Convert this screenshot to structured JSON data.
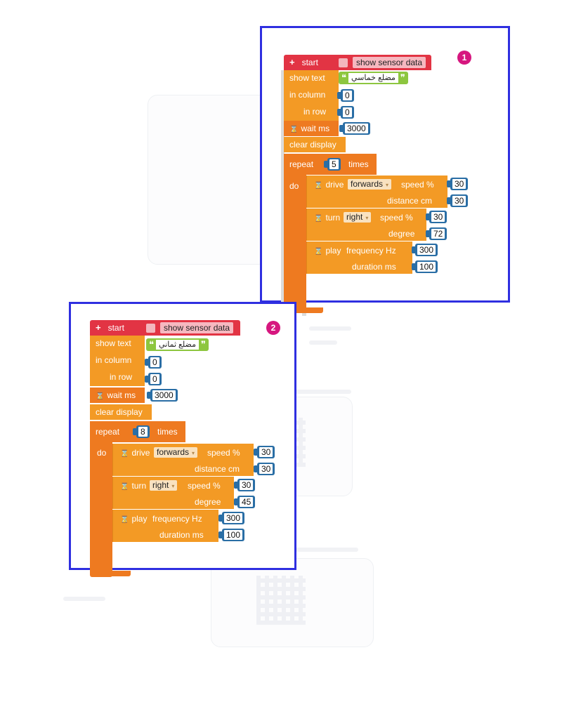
{
  "icons": {
    "plus": "+",
    "hourglass": "⌛",
    "quote_open": "❝",
    "quote_close": "❞",
    "caret": "▾"
  },
  "colors": {
    "frame": "#2f2fe0",
    "badge": "#d6177f",
    "start": "#e23444",
    "block": "#f39a25",
    "control": "#ee7a20",
    "number": "#2a6ea5",
    "text": "#8dc63f"
  },
  "examples": [
    {
      "badge": "1",
      "start_label": "start",
      "sensor_label": "show sensor data",
      "show_text_label": "show text",
      "text_value": "مضلع خماسي",
      "column_label": "in column",
      "column_value": "0",
      "row_label": "in row",
      "row_value": "0",
      "wait_label": "wait ms",
      "wait_value": "3000",
      "clear_label": "clear display",
      "repeat_label": "repeat",
      "repeat_value": "5",
      "times_label": "times",
      "do_label": "do",
      "drive_label": "drive",
      "drive_direction": "forwards",
      "speed_label": "speed %",
      "drive_speed": "30",
      "distance_label": "distance cm",
      "drive_distance": "30",
      "turn_label": "turn",
      "turn_direction": "right",
      "turn_speed": "30",
      "degree_label": "degree",
      "turn_degree": "72",
      "play_label": "play",
      "frequency_label": "frequency Hz",
      "frequency_value": "300",
      "duration_label": "duration ms",
      "duration_value": "100"
    },
    {
      "badge": "2",
      "start_label": "start",
      "sensor_label": "show sensor data",
      "show_text_label": "show text",
      "text_value": "مضلع ثماني",
      "column_label": "in column",
      "column_value": "0",
      "row_label": "in row",
      "row_value": "0",
      "wait_label": "wait ms",
      "wait_value": "3000",
      "clear_label": "clear display",
      "repeat_label": "repeat",
      "repeat_value": "8",
      "times_label": "times",
      "do_label": "do",
      "drive_label": "drive",
      "drive_direction": "forwards",
      "speed_label": "speed %",
      "drive_speed": "30",
      "distance_label": "distance cm",
      "drive_distance": "30",
      "turn_label": "turn",
      "turn_direction": "right",
      "turn_speed": "30",
      "degree_label": "degree",
      "turn_degree": "45",
      "play_label": "play",
      "frequency_label": "frequency Hz",
      "frequency_value": "300",
      "duration_label": "duration ms",
      "duration_value": "100"
    }
  ]
}
